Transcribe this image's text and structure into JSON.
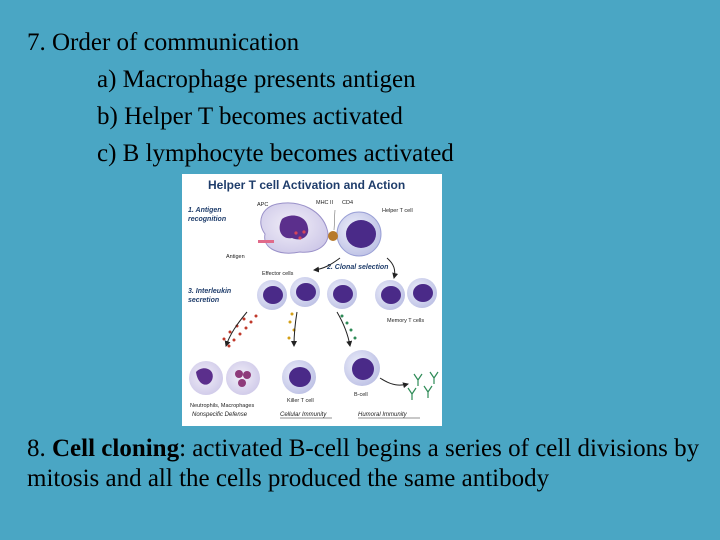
{
  "slide": {
    "item7": "7. Order of communication",
    "item7a": "a) Macrophage presents antigen",
    "item7b": "b) Helper T becomes activated",
    "item7c": "c) B lymphocyte becomes activated",
    "item8_number": "8.",
    "item8_term": "Cell cloning",
    "item8_text": ": activated B-cell begins a series of cell divisions by mitosis and all the cells produced the same antibody"
  },
  "figure": {
    "title": "Helper T cell Activation and Action",
    "step1_line1": "1. Antigen",
    "step1_line2": "recognition",
    "apc": "APC",
    "mhc": "MHC II",
    "cd4": "CD4",
    "helper_t": "Helper T cell",
    "antigen": "Antigen",
    "effector": "Effector cells",
    "step2": "2. Clonal selection",
    "step3_line1": "3. Interleukin",
    "step3_line2": "secretion",
    "memory": "Memory T cells",
    "bcell": "B-cell",
    "killer": "Killer T cell",
    "neutro": "Neutrophils, Macrophages",
    "nonspecific": "Nonspecific Defense",
    "cellular": "Cellular Immunity",
    "humoral": "Humoral Immunity"
  }
}
